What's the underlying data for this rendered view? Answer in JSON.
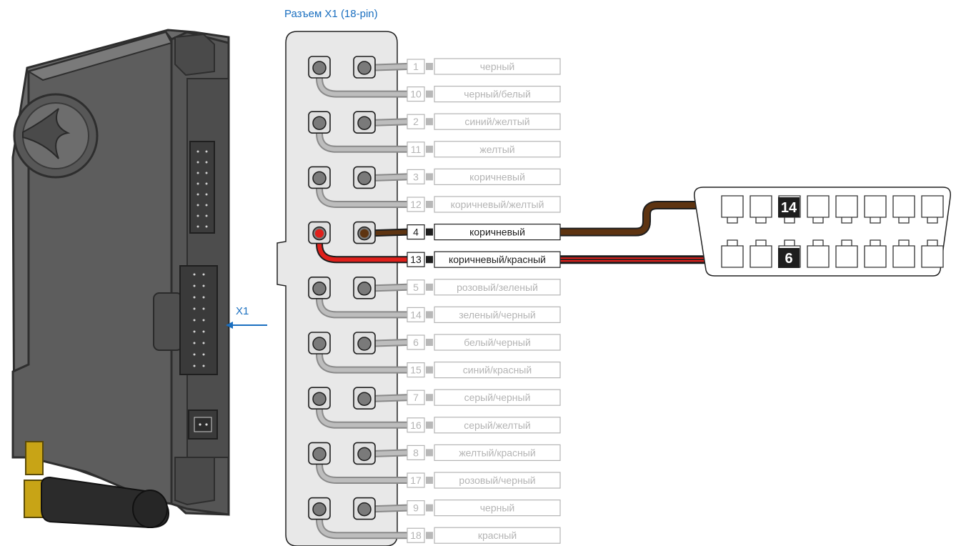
{
  "connector_title": "Разъем X1 (18-pin)",
  "unit_connector_label": "X1",
  "pins": [
    {
      "num": "1",
      "color": "черный",
      "highlight": false
    },
    {
      "num": "10",
      "color": "черный/белый",
      "highlight": false
    },
    {
      "num": "2",
      "color": "синий/желтый",
      "highlight": false
    },
    {
      "num": "11",
      "color": "желтый",
      "highlight": false
    },
    {
      "num": "3",
      "color": "коричневый",
      "highlight": false
    },
    {
      "num": "12",
      "color": "коричневый/желтый",
      "highlight": false
    },
    {
      "num": "4",
      "color": "коричневый",
      "highlight": true
    },
    {
      "num": "13",
      "color": "коричневый/красный",
      "highlight": true
    },
    {
      "num": "5",
      "color": "розовый/зеленый",
      "highlight": false
    },
    {
      "num": "14",
      "color": "зеленый/черный",
      "highlight": false
    },
    {
      "num": "6",
      "color": "белый/черный",
      "highlight": false
    },
    {
      "num": "15",
      "color": "синий/красный",
      "highlight": false
    },
    {
      "num": "7",
      "color": "серый/черный",
      "highlight": false
    },
    {
      "num": "16",
      "color": "серый/желтый",
      "highlight": false
    },
    {
      "num": "8",
      "color": "желтый/красный",
      "highlight": false
    },
    {
      "num": "17",
      "color": "розовый/черный",
      "highlight": false
    },
    {
      "num": "9",
      "color": "черный",
      "highlight": false
    },
    {
      "num": "18",
      "color": "красный",
      "highlight": false
    }
  ],
  "obd_pins": {
    "upper": "14",
    "lower": "6"
  },
  "colors": {
    "accent_blue": "#1a6fc0",
    "dim_gray": "#b4b4b4",
    "wire_gray": "#a6a6a6",
    "brown": "#5e3411",
    "red": "#e0201b",
    "dark": "#1e1e1e",
    "device_gray": "#5d5d5d",
    "panel_bg": "#e8e8e8"
  },
  "icons": {
    "arrow": "arrow-left-icon",
    "device": "alarm-module-icon",
    "obd": "obd2-connector-icon"
  }
}
